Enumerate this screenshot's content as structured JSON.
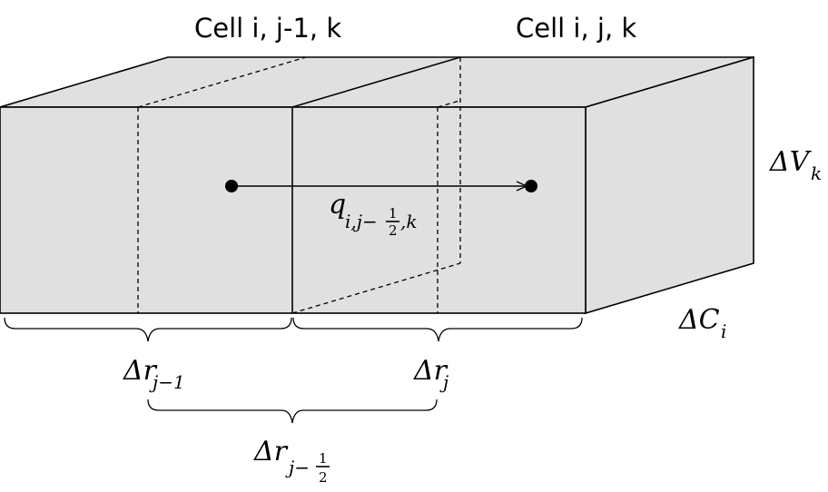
{
  "labels": {
    "cell_left": "Cell i, j-1, k",
    "cell_right": "Cell i, j, k",
    "flux": {
      "base": "q",
      "sub": "i,j−",
      "frac_num": "1",
      "frac_den": "2",
      "sub_tail": ",k"
    },
    "dv": {
      "base": "ΔV",
      "sub": "k"
    },
    "dc": {
      "base": "ΔC",
      "sub": "i"
    },
    "dr_left": {
      "base": "Δr",
      "sub": "j−1"
    },
    "dr_right": {
      "base": "Δr",
      "sub": "j"
    },
    "dr_half": {
      "base": "Δr",
      "sub": "j−",
      "frac_num": "1",
      "frac_den": "2"
    }
  }
}
